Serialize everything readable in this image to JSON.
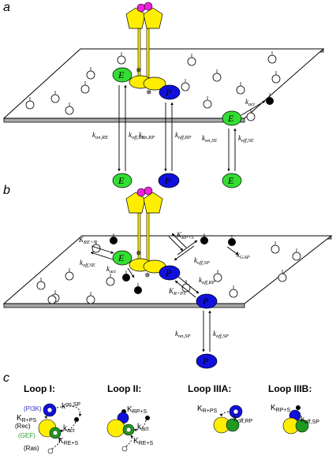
{
  "panels": {
    "a": "a",
    "b": "b",
    "c": "c"
  },
  "molecules": {
    "E": "E",
    "P": "P"
  },
  "panel_a_rates": {
    "k_on_RE": [
      "k",
      "on,RE"
    ],
    "k_off_RE": [
      "k",
      "off,RE"
    ],
    "k_on_RP": [
      "k",
      "on,RP"
    ],
    "k_off_RP": [
      "k",
      "off,RP"
    ],
    "k_on_SE": [
      "k",
      "on,SE"
    ],
    "k_off_SE": [
      "k",
      "off,SE"
    ],
    "k_act": [
      "k",
      "act"
    ]
  },
  "panel_b_rates": {
    "K_RE_S": [
      "K",
      "RE+S"
    ],
    "k_off_SE": [
      "k",
      "off,SE"
    ],
    "k_act": [
      "k",
      "act"
    ],
    "K_RP_S": [
      "K",
      "RP+S"
    ],
    "k_off_SP": [
      "k",
      "off,SP"
    ],
    "k_GAP": [
      "k",
      "GAP"
    ],
    "k_off_RP": [
      "k",
      "off,RP"
    ],
    "K_R_PS": [
      "K",
      "R+PS"
    ],
    "k_on_SP": [
      "k",
      "on,SP"
    ],
    "k_off_SP_2": [
      "k",
      "off,SP"
    ]
  },
  "loops": [
    {
      "title": "Loop I:"
    },
    {
      "title": "Loop II:"
    },
    {
      "title": "Loop IIIA:"
    },
    {
      "title": "Loop IIIB:"
    }
  ],
  "loop1": {
    "pi3k": "(PI3K)",
    "rec": "(Rec)",
    "gef": "(GEF)",
    "ras": "(Ras)",
    "K_R_PS": [
      "K",
      "R+PS"
    ],
    "k_on_SP": [
      "k",
      "on,SP"
    ],
    "k_act": [
      "k",
      "act"
    ],
    "K_RE_S": [
      "K",
      "RE+S"
    ]
  },
  "loop2": {
    "K_RP_S": [
      "K",
      "RP+S"
    ],
    "k_act": [
      "k",
      "act"
    ],
    "K_RE_S": [
      "K",
      "RE+S"
    ]
  },
  "loop3a": {
    "K_R_PS": [
      "K",
      "R+PS"
    ],
    "k_off_RP": [
      "k",
      "off,RP"
    ]
  },
  "loop3b": {
    "K_RP_S": [
      "K",
      "RP+S"
    ],
    "k_off_SP": [
      "k",
      "off,SP"
    ]
  },
  "colors": {
    "yellow": "#ffee00",
    "green": "#33dd33",
    "loop_green": "#1f9a1f",
    "blue": "#1010dd",
    "magenta": "#ee22dd",
    "pi3k_label": "#3333cc",
    "gef_label": "#2a9a2a"
  }
}
